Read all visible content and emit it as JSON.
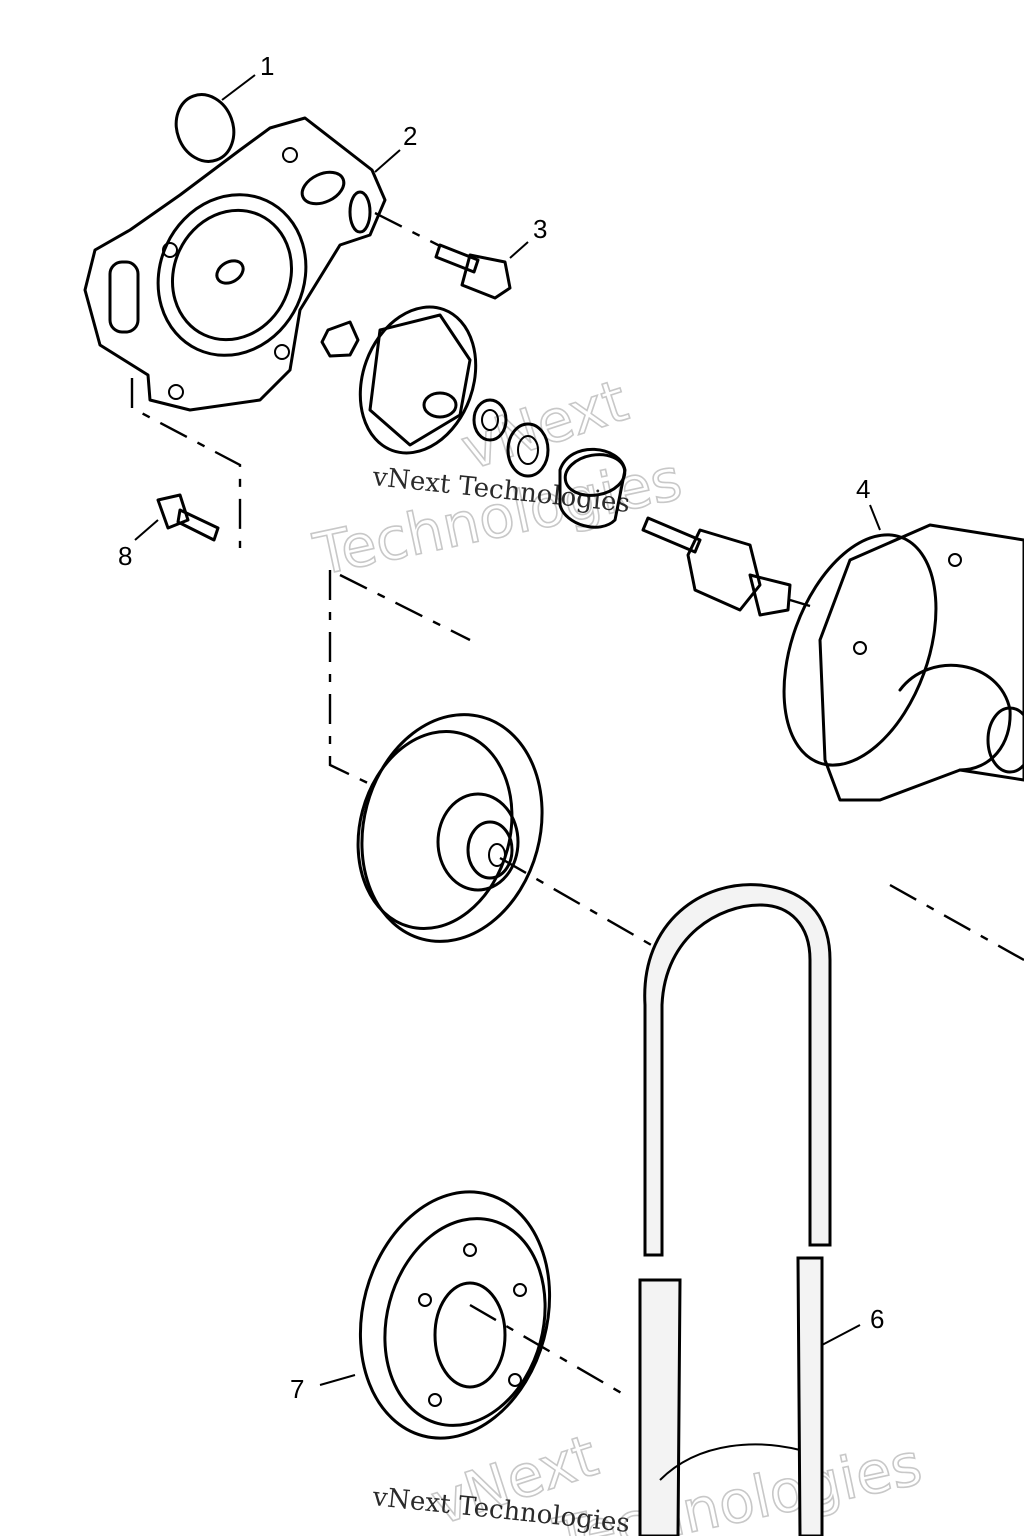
{
  "callouts": {
    "c1": "1",
    "c2": "2",
    "c3": "3",
    "c4": "4",
    "c6": "6",
    "c7": "7",
    "c8": "8"
  },
  "watermarks": [
    {
      "large": "vNext",
      "small": "vNext Technologies"
    },
    {
      "large": "Technologies"
    },
    {
      "large": "vNext",
      "small": "vNext Technologies"
    },
    {
      "large": "Technologies"
    }
  ]
}
